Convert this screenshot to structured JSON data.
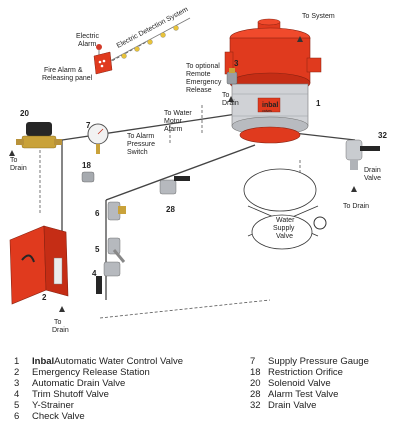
{
  "diagram": {
    "labels": {
      "to_system": "To System",
      "electric_alarm": "Electric\nAlarm",
      "electric_detection": "Electric Detection System",
      "fire_alarm_panel": "Fire Alarm &\nReleasing panel",
      "to_optional": "To optional\nRemote\nEmergency\nRelease",
      "to_water_motor": "To Water\nMotor\nAlarm",
      "to_alarm_pressure": "To Alarm\nPressure\nSwitch",
      "to_drain_20": "To\nDrain",
      "to_drain_3": "To\nDrain",
      "drain_valve": "Drain\nValve",
      "to_drain_32": "To Drain",
      "to_drain_bottom": "To\nDrain",
      "water_supply_valve": "Water\nSupply\nValve",
      "brand_on_valve": "inbal",
      "brand_sub": "valves"
    },
    "callouts": [
      "1",
      "2",
      "3",
      "4",
      "5",
      "6",
      "7",
      "18",
      "20",
      "28",
      "32"
    ]
  },
  "legend": {
    "left": [
      {
        "num": "1",
        "brand": "Inbal",
        "text": " Automatic Water Control Valve"
      },
      {
        "num": "2",
        "brand": "",
        "text": "Emergency Release Station"
      },
      {
        "num": "3",
        "brand": "",
        "text": "Automatic Drain Valve"
      },
      {
        "num": "4",
        "brand": "",
        "text": "Trim Shutoff Valve"
      },
      {
        "num": "5",
        "brand": "",
        "text": "Y-Strainer"
      },
      {
        "num": "6",
        "brand": "",
        "text": "Check Valve"
      }
    ],
    "right": [
      {
        "num": "7",
        "text": "Supply Pressure Gauge"
      },
      {
        "num": "18",
        "text": "Restriction Orifice"
      },
      {
        "num": "20",
        "text": "Solenoid Valve"
      },
      {
        "num": "28",
        "text": "Alarm Test Valve"
      },
      {
        "num": "32",
        "text": "Drain Valve"
      }
    ]
  },
  "colors": {
    "valve_red": "#e03a1e",
    "valve_dark": "#b02a14",
    "steel": "#c9ccd0",
    "line": "#333333",
    "gold": "#c9a23a"
  }
}
